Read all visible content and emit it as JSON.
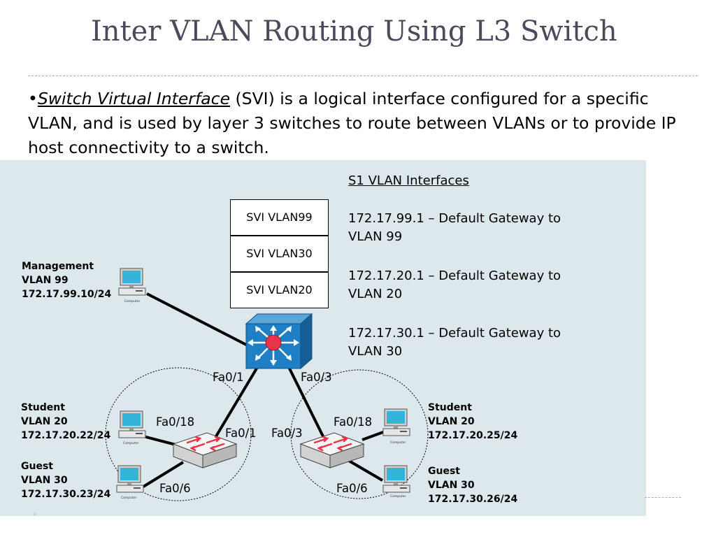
{
  "slide": {
    "title": "Inter VLAN Routing Using L3 Switch",
    "bullet_marker": "•",
    "bullet_term": "Switch Virtual Interface",
    "bullet_rest": " (SVI) is a logical interface configured for a specific VLAN, and is used by layer 3 switches to route between VLANs or to provide IP host connectivity to a switch."
  },
  "svi_stack": [
    "SVI VLAN99",
    "SVI VLAN30",
    "SVI VLAN20"
  ],
  "info_panel": {
    "heading": "S1 VLAN Interfaces",
    "entries": [
      {
        "line1": "172.17.99.1 – Default Gateway to",
        "line2": "VLAN 99"
      },
      {
        "line1": "172.17.20.1 – Default Gateway to",
        "line2": "VLAN 20"
      },
      {
        "line1": "172.17.30.1 – Default Gateway to",
        "line2": "VLAN 30"
      }
    ]
  },
  "hosts": {
    "management": {
      "name": "Management",
      "vlan": "VLAN 99",
      "ip": "172.17.99.10/24"
    },
    "student_left": {
      "name": "Student",
      "vlan": "VLAN 20",
      "ip": "172.17.20.22/24"
    },
    "guest_left": {
      "name": "Guest",
      "vlan": "VLAN 30",
      "ip": "172.17.30.23/24"
    },
    "student_right": {
      "name": "Student",
      "vlan": "VLAN 20",
      "ip": "172.17.20.25/24"
    },
    "guest_right": {
      "name": "Guest",
      "vlan": "VLAN 30",
      "ip": "172.17.30.26/24"
    }
  },
  "ports": {
    "core_left": "Fa0/1",
    "core_right": "Fa0/3",
    "left_uplink": "Fa0/1",
    "right_uplink": "Fa0/3",
    "left_student": "Fa0/18",
    "left_guest": "Fa0/6",
    "right_student": "Fa0/18",
    "right_guest": "Fa0/6"
  },
  "computer_caption": "Computer",
  "colors": {
    "title_text": "#4a4a5a",
    "diagram_bg": "#dde8ed",
    "core_switch": "#1f7fc4",
    "core_switch_center": "#e8344a",
    "access_switch": "#e6e6e6",
    "access_switch_arrows": "#e8344a",
    "monitor_screen": "#34b4d8",
    "rule": "#9fb4c9"
  }
}
